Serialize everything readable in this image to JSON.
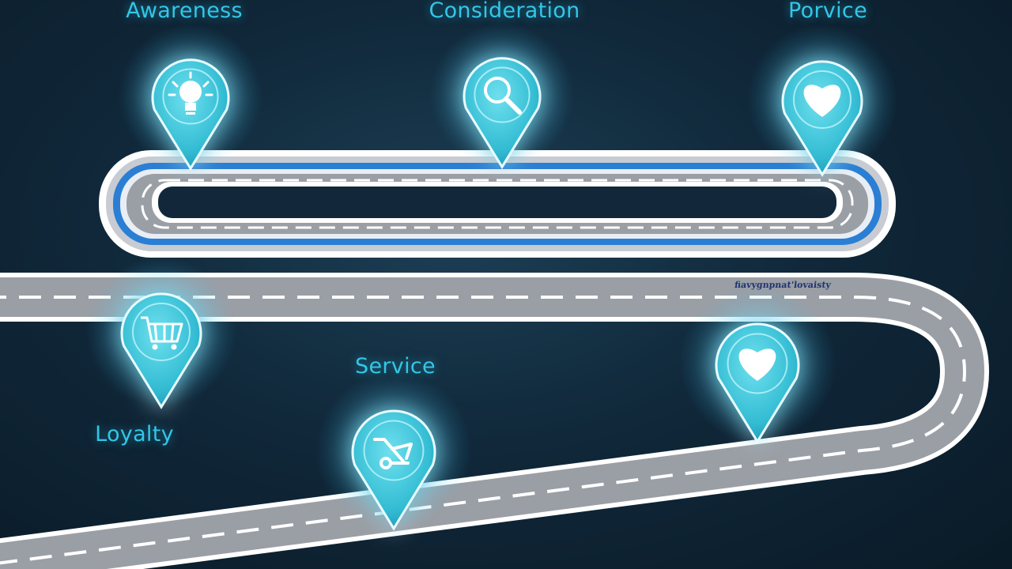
{
  "stages": [
    {
      "label": "Awareness",
      "icon": "lightbulb-icon"
    },
    {
      "label": "Consideration",
      "icon": "search-icon"
    },
    {
      "label": "Porvice",
      "icon": "heart-icon"
    },
    {
      "label": "Loyalty",
      "icon": "shopping-cart-icon"
    },
    {
      "label": "Service",
      "icon": "wrench-icon"
    },
    {
      "label": "",
      "icon": "heart-icon"
    }
  ],
  "road_text": "fiavygnpnat'lovaisty",
  "colors": {
    "background": "#10283a",
    "accent": "#33c6e8",
    "pin_fill": "#3fc3d8",
    "road": "#9a9ea5",
    "track_blue": "#2a7fd4"
  }
}
